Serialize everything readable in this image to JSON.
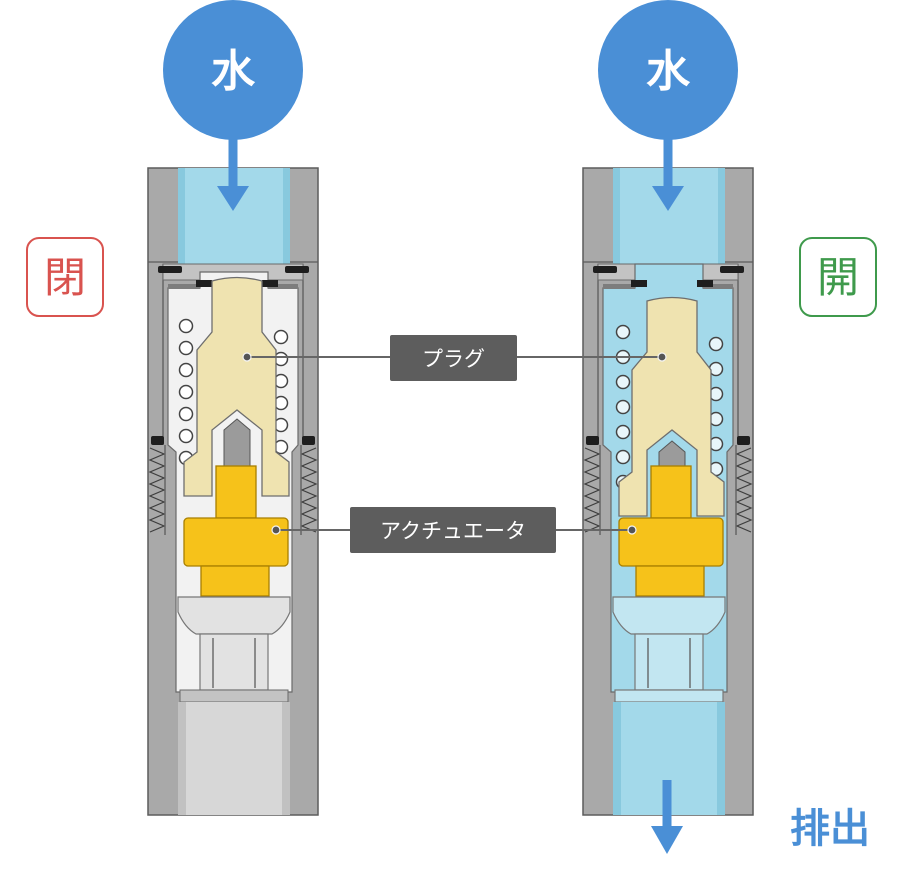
{
  "diagram": {
    "inlet_left": "水",
    "inlet_right": "水",
    "state_closed": "閉",
    "state_open": "開",
    "plug_label": "プラグ",
    "actuator_label": "アクチュエータ",
    "drain_label": "排出"
  },
  "colors": {
    "water_blue": "#4a8fd6",
    "water_fill": "#a3d9ea",
    "closed_red": "#d9534f",
    "open_green": "#3f9a4c",
    "plug": "#efe3b0",
    "actuator": "#f6c21a",
    "body": "#a9a9a9",
    "label_box": "#5d5d5d"
  }
}
